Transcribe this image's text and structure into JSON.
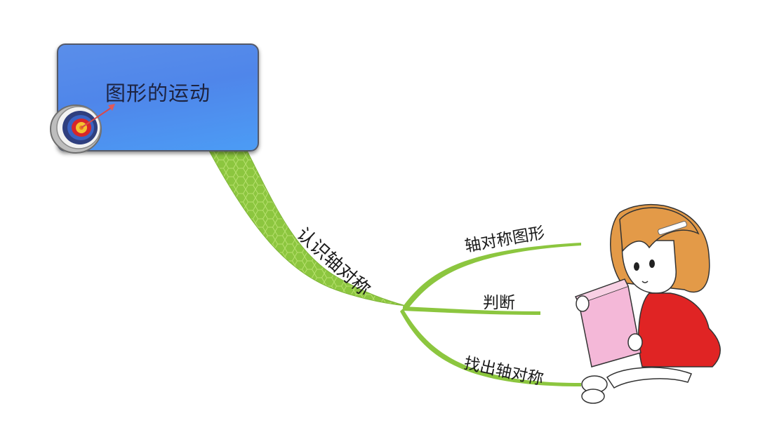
{
  "mindmap": {
    "root": {
      "label": "图形的运动"
    },
    "branch": {
      "label": "认识轴对称"
    },
    "leaves": [
      {
        "label": "轴对称图形"
      },
      {
        "label": "判断"
      },
      {
        "label": "找出轴对称"
      }
    ]
  },
  "colors": {
    "root_fill": "#4f86ea",
    "branch_green": "#8cc63f",
    "leaf_green": "#8cc63f"
  },
  "icons": {
    "root_icon": "target-icon",
    "illustration": "girl-reading-book"
  }
}
